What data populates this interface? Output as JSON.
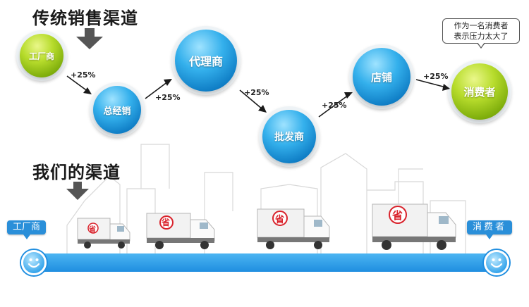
{
  "traditional": {
    "heading": "传统销售渠道",
    "nodes": [
      {
        "label": "工厂商"
      },
      {
        "label": "总经销"
      },
      {
        "label": "代理商"
      },
      {
        "label": "批发商"
      },
      {
        "label": "店铺"
      },
      {
        "label": "消费者"
      }
    ],
    "markup": "+25%",
    "callout": {
      "line1": "作为一名消费者",
      "line2": "表示压力太大了"
    }
  },
  "ours": {
    "heading": "我们的渠道",
    "start_label": "工厂商",
    "end_label": "消费者",
    "truck_sign": "省"
  },
  "colors": {
    "green": "#9ccc1a",
    "blue": "#1a8ad4",
    "road": "#2a8fd9",
    "sign_red": "#d9232c"
  }
}
